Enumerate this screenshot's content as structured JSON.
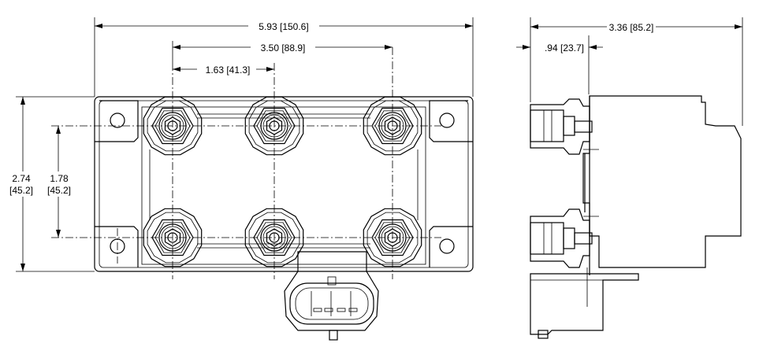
{
  "front_view": {
    "dimensions": {
      "overall_width": "5.93 [150.6]",
      "tower_span": "3.50 [88.9]",
      "tower_pitch": "1.63 [41.3]",
      "overall_height_in": "2.74",
      "overall_height_mm": "[45.2]",
      "tower_row_spacing_in": "1.78",
      "tower_row_spacing_mm": "[45.2]"
    }
  },
  "side_view": {
    "dimensions": {
      "overall_depth": "3.36 [85.2]",
      "tower_depth": ".94 [23.7]"
    }
  },
  "colors": {
    "line": "#000000",
    "background": "#ffffff"
  }
}
